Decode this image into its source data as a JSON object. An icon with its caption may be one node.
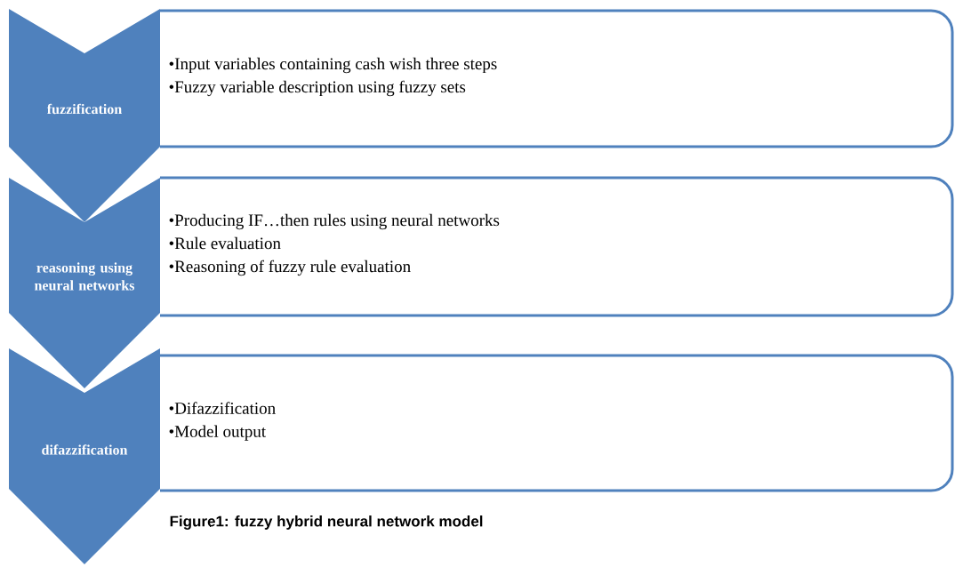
{
  "diagram": {
    "caption": "Figure1: fuzzy hybrid neural network model",
    "nodes": [
      {
        "text": [
          "fuzzification"
        ]
      },
      {
        "text": [
          "•Input variables containing cash wish three steps",
          "•Fuzzy variable description using fuzzy sets"
        ]
      },
      {
        "text": [
          "reasoning using neural networks"
        ]
      },
      {
        "text": [
          "•Producing IF…then rules using neural networks",
          "•Rule evaluation",
          "•Reasoning of fuzzy rule evaluation"
        ]
      },
      {
        "text": [
          "difazzification"
        ]
      },
      {
        "text": [
          "•Difazzification",
          "•Model output"
        ]
      }
    ]
  }
}
